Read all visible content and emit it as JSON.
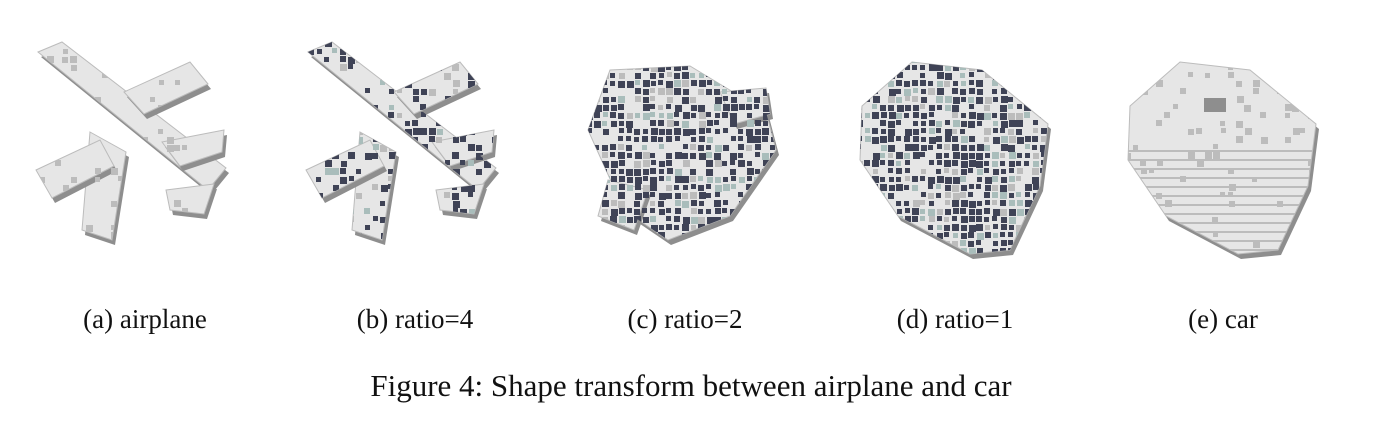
{
  "figure": {
    "caption": "Figure 4: Shape transform between airplane and car",
    "colors": {
      "light": "#e6e6e6",
      "mid": "#bcbcbc",
      "shadow": "#8e8e8e",
      "dark": "#3f4356",
      "teal": "#a9bdbb"
    },
    "panels": [
      {
        "id": "a",
        "label": "(a) airplane",
        "shape": "airplane",
        "dark_ratio": 0.0
      },
      {
        "id": "b",
        "label": "(b) ratio=4",
        "shape": "airplane",
        "dark_ratio": 0.28
      },
      {
        "id": "c",
        "label": "(c) ratio=2",
        "shape": "blend",
        "dark_ratio": 0.7
      },
      {
        "id": "d",
        "label": "(d) ratio=1",
        "shape": "car-like",
        "dark_ratio": 0.72
      },
      {
        "id": "e",
        "label": "(e) car",
        "shape": "car",
        "dark_ratio": 0.0
      }
    ]
  }
}
